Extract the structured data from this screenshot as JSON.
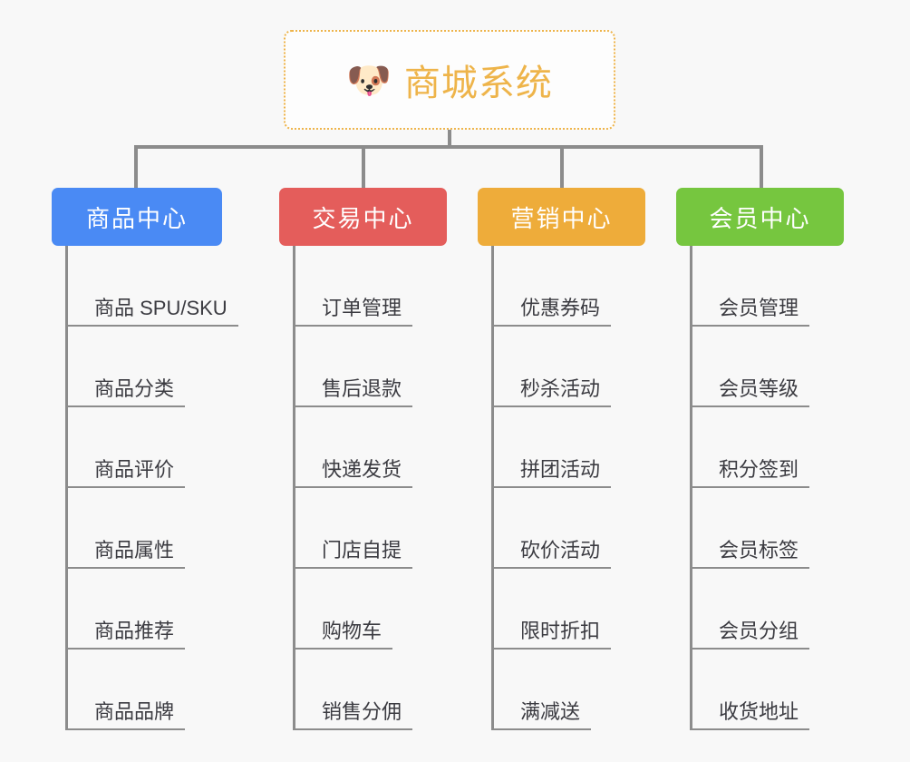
{
  "page": {
    "background_color": "#f8f8f8",
    "line_color": "#8c8c8c",
    "leaf_text_color": "#3b3b41"
  },
  "root": {
    "icon": "dog-face-emoji",
    "icon_glyph": "🐶",
    "title": "商城系统",
    "accent_color": "#eeb44a",
    "border_style": "dotted"
  },
  "categories": [
    {
      "id": "product-center",
      "label": "商品中心",
      "color": "#4a8af4",
      "items": [
        "商品 SPU/SKU",
        "商品分类",
        "商品评价",
        "商品属性",
        "商品推荐",
        "商品品牌"
      ]
    },
    {
      "id": "trade-center",
      "label": "交易中心",
      "color": "#e45d5b",
      "items": [
        "订单管理",
        "售后退款",
        "快递发货",
        "门店自提",
        "购物车",
        "销售分佣"
      ]
    },
    {
      "id": "marketing-center",
      "label": "营销中心",
      "color": "#eeac3a",
      "items": [
        "优惠券码",
        "秒杀活动",
        "拼团活动",
        "砍价活动",
        "限时折扣",
        "满减送"
      ]
    },
    {
      "id": "member-center",
      "label": "会员中心",
      "color": "#76c63f",
      "items": [
        "会员管理",
        "会员等级",
        "积分签到",
        "会员标签",
        "会员分组",
        "收货地址"
      ]
    }
  ]
}
